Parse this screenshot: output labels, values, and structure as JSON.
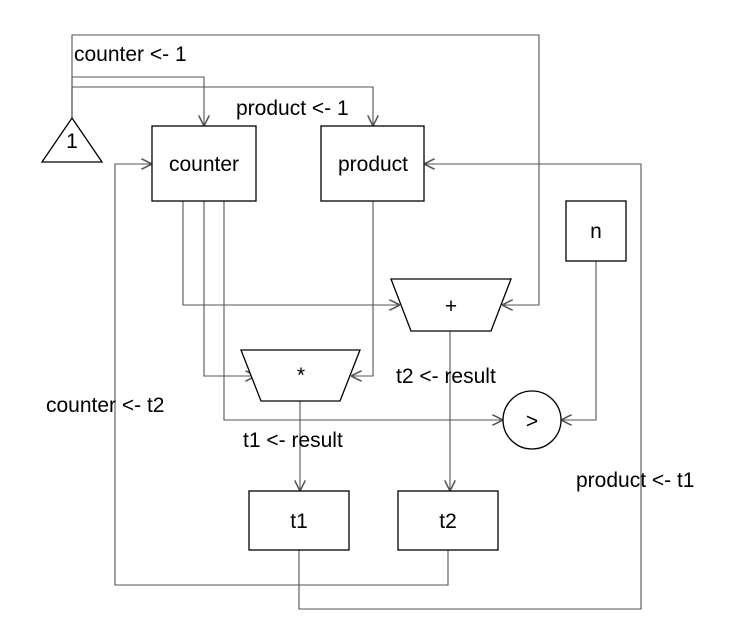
{
  "registers": {
    "counter": "counter",
    "product": "product",
    "n": "n",
    "t1": "t1",
    "t2": "t2"
  },
  "constant": {
    "value": "1"
  },
  "operators": {
    "adder": "+",
    "multiplier": "*",
    "comparator": ">"
  },
  "assignments": {
    "counter_init": "counter <- 1",
    "product_init": "product <- 1",
    "t2_from_adder": "t2 <- result",
    "t1_from_multiplier": "t1 <- result",
    "counter_from_t2": "counter <- t2",
    "product_from_t1": "product <- t1"
  }
}
